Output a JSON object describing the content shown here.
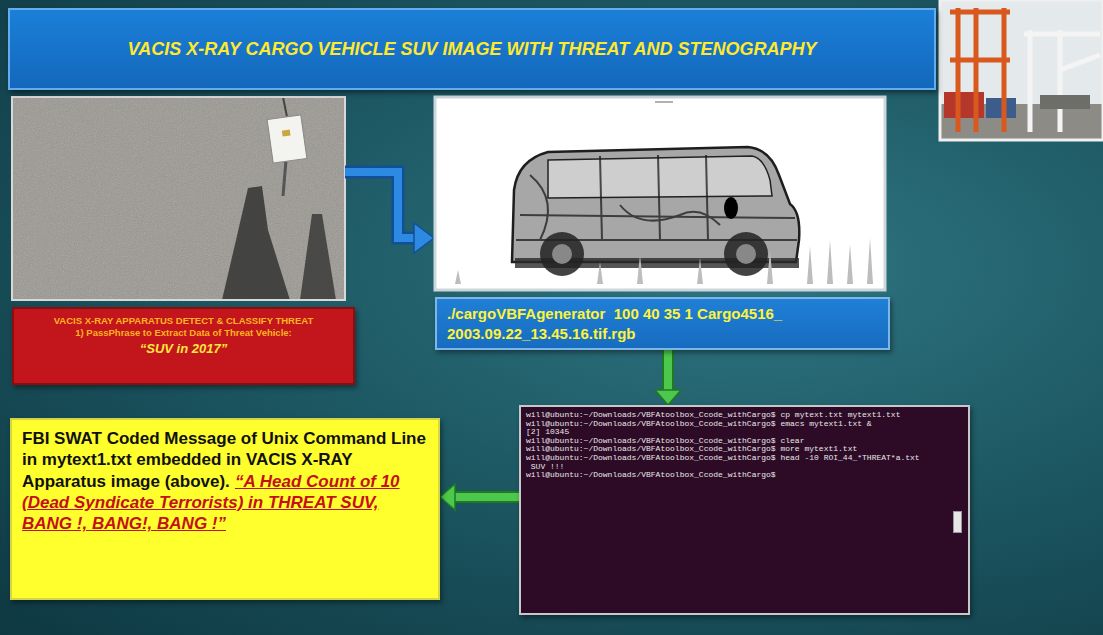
{
  "diagram": {
    "title": "VACIS X-RAY CARGO VEHICLE SUV IMAGE WITH THREAT AND STENOGRAPHY",
    "nodes": [
      {
        "text": [
          "VACIS X-RAY APPARATUS DETECT & CLASSIFY THREAT",
          "1) PassPhrase to Extract Data of Threat Vehicle:",
          "“SUV in 2017”"
        ]
      },
      {
        "text": [
          "./cargoVBFAgenerator  100 40 35 1 Cargo4516_ 2003.09.22_13.45.16.tif.rgb"
        ]
      },
      {
        "text": [
          "will@ubuntu:~/Downloads/VBFAtoolbox_Ccode_withCargo$ cp mytext.txt mytext1.txt",
          "will@ubuntu:~/Downloads/VBFAtoolbox_Ccode_withCargo$ emacs mytext1.txt &",
          "[2] 10345",
          "will@ubuntu:~/Downloads/VBFAtoolbox_Ccode_withCargo$ clear",
          "will@ubuntu:~/Downloads/VBFAtoolbox_Ccode_withCargo$ more mytext1.txt",
          "will@ubuntu:~/Downloads/VBFAtoolbox_Ccode_withCargo$ head -10 ROI_44_*THREAT*a.txt",
          " SUV !!!",
          "will@ubuntu:~/Downloads/VBFAtoolbox_Ccode_withCargo$"
        ]
      },
      {
        "text": [
          "FBI SWAT Coded Message of Unix Command Line in mytext1.txt embedded in VACIS X-RAY Apparatus image (above).",
          "“A Head Count of 10 (Dead Syndicate Terrorists) in THREAT SUV, BANG !, BANG!, BANG !”"
        ]
      }
    ],
    "edges": [
      {
        "from": 1,
        "to": 2,
        "arrow": "to"
      },
      {
        "from": 2,
        "to": 3,
        "arrow": "to"
      }
    ]
  }
}
